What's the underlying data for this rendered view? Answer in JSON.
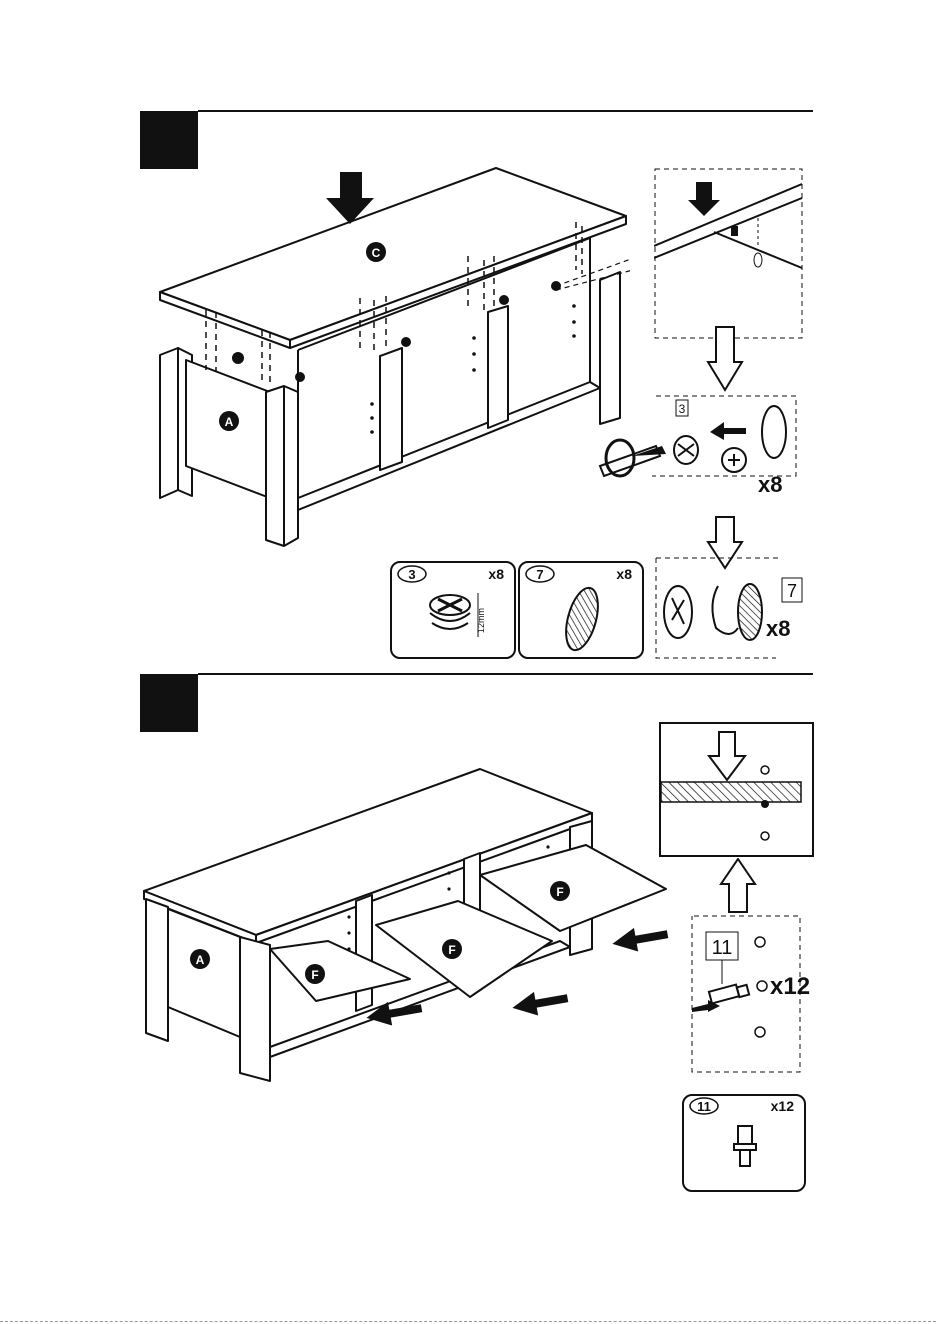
{
  "colors": {
    "ink": "#111111",
    "paper": "#ffffff",
    "hatch": "#111111",
    "dash": "#777777"
  },
  "step1": {
    "label_top_panel": "C",
    "label_side_panel": "A",
    "detail_part_tag": "3",
    "detail_count_cam": "x8",
    "cap_part_tag": "7",
    "cap_count": "x8",
    "parts": [
      {
        "num": "3",
        "count": "x8",
        "dim": "12mm"
      },
      {
        "num": "7",
        "count": "x8"
      }
    ]
  },
  "step2": {
    "label_side_panel": "A",
    "label_shelf": "F",
    "pin_part_tag": "11",
    "pin_count": "x12",
    "parts": [
      {
        "num": "11",
        "count": "x12"
      }
    ]
  },
  "icons": [
    "arrow-down-icon",
    "arrow-left-icon",
    "screwdriver-icon",
    "cam-lock-icon",
    "cover-cap-icon",
    "shelf-pin-icon"
  ]
}
